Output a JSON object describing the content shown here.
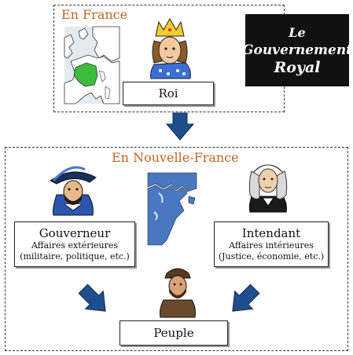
{
  "france_section": {
    "title": "En France",
    "roi_label": "Roi"
  },
  "title_block": {
    "line1": "Le",
    "line2": "Gouvernement",
    "line3": "Royal"
  },
  "nouvelle_france_section": {
    "title": "En Nouvelle-France",
    "gouverneur": {
      "title": "Gouverneur",
      "line1": "Affaires extérieures",
      "line2": "(militaire, politique, etc.)"
    },
    "intendant": {
      "title": "Intendant",
      "line1": "Affaires intérieures",
      "line2": "(Justice, économie, etc.)"
    },
    "peuple_label": "Peuple"
  },
  "colors": {
    "accent_title": "#c0641f",
    "arrow_blue": "#1f4e8c",
    "map_water": "#dde7ee",
    "map_highlight": "#3dbb3d"
  },
  "icons": [
    "king-icon",
    "europe-map",
    "governor-icon",
    "north-america-map",
    "intendant-icon",
    "settler-icon",
    "arrow-down-icon"
  ]
}
